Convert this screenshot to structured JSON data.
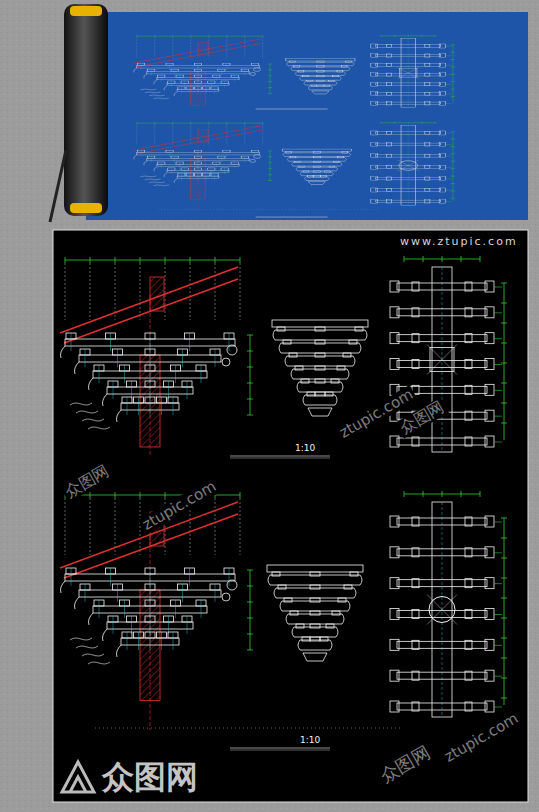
{
  "diagram": {
    "labels": [
      "www.ztupic.com",
      "1:10",
      "1:10",
      "众图网",
      "ztupic.com",
      "众图网",
      "ztupic.com",
      "众图网",
      "ztupic.com",
      "众图网"
    ]
  }
}
